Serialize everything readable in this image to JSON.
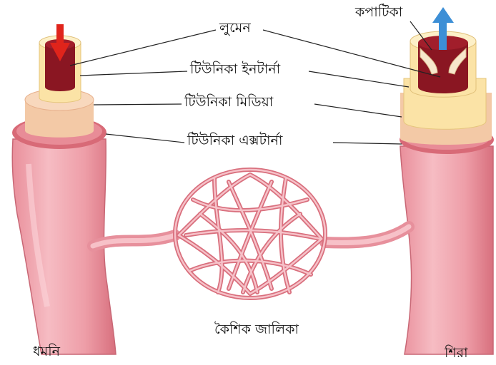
{
  "labels": {
    "lumen": "লুমেন",
    "tunica_intima": "টিউনিকা ইনটার্না",
    "tunica_media": "টিউনিকা মিডিয়া",
    "tunica_externa": "টিউনিকা এক্সটার্না",
    "valve": "কপাটিকা",
    "capillary_network": "কৈশিক জালিকা",
    "artery": "ধমনি",
    "vein": "শিরা"
  },
  "colors": {
    "vessel_pink": "#f2a7ae",
    "externa_rim": "#d86a77",
    "media_beige": "#f3c9a6",
    "intima_cream": "#fbe3a6",
    "lumen_blood": "#8a1622",
    "arrow_in_red": "#e0241b",
    "arrow_out_blue": "#3d8fd6"
  },
  "flow_arrows": {
    "artery": "down-arrow-icon",
    "vein": "up-arrow-icon"
  }
}
